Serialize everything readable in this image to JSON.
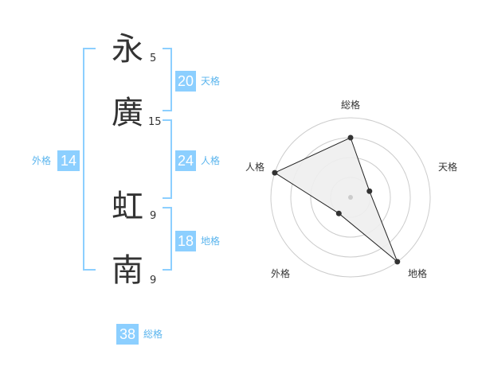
{
  "name": {
    "chars": [
      {
        "char": "永",
        "strokes": "5"
      },
      {
        "char": "廣",
        "strokes": "15"
      },
      {
        "char": "虹",
        "strokes": "9"
      },
      {
        "char": "南",
        "strokes": "9"
      }
    ]
  },
  "kakusu": {
    "tenkaku": {
      "value": "20",
      "label": "天格"
    },
    "jinkaku": {
      "value": "24",
      "label": "人格"
    },
    "chikaku": {
      "value": "18",
      "label": "地格"
    },
    "gaikaku": {
      "value": "14",
      "label": "外格"
    },
    "soukaku": {
      "value": "38",
      "label": "総格"
    }
  },
  "colors": {
    "accent": "#8ccfff",
    "accent_text": "#5bb5ee",
    "fill": "#eeeeee",
    "grid": "#cccccc"
  },
  "chart_data": {
    "type": "radar",
    "axes": [
      "総格",
      "天格",
      "地格",
      "外格",
      "人格"
    ],
    "values": [
      0.75,
      0.25,
      1.0,
      0.25,
      1.0
    ],
    "rings": 4,
    "max": 1.0
  }
}
